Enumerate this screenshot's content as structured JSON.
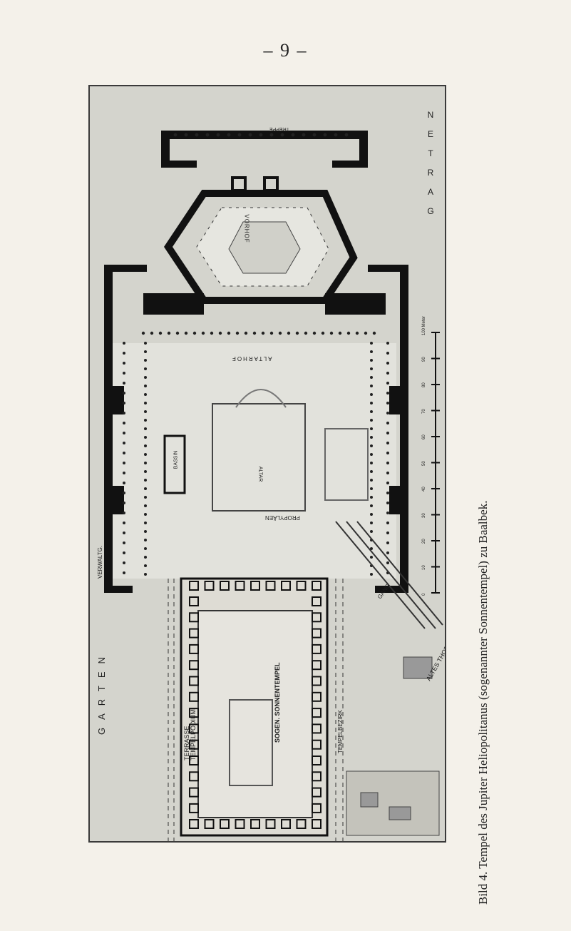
{
  "page": {
    "number": "– 9 –"
  },
  "plan": {
    "labels": {
      "garten": "GARTEN",
      "garten_top": [
        "N",
        "E",
        "T",
        "R",
        "A",
        "G"
      ],
      "vorhof": "VORHOF",
      "altar_court": "ALTARHOF",
      "temple": "SOGEN. SONNENTEMPEL",
      "terrasse": "TERRASSE",
      "tempelpodium": "TEMPELPODIUM",
      "verwaltung": "VERWALTG.",
      "gang": "GANG",
      "tempelbezirk": "TEMPELBEZIRK",
      "altes_thor": "ALTES THOR",
      "propylaeen": "PROPYLÄEN",
      "treppe": "TREPPE",
      "altar": "ALTAR",
      "bassin": "BASSIN"
    },
    "scale": {
      "ticks": [
        "0",
        "10",
        "20",
        "30",
        "40",
        "50",
        "60",
        "70",
        "80",
        "90",
        "100 Meter"
      ]
    }
  },
  "caption": "Bild 4. Tempel des Jupiter Heliopolitanus (sogenannter Sonnentempel) zu Baalbek.",
  "colors": {
    "paper": "#f4f1ea",
    "plate": "#dcdcd6",
    "ink": "#1e1e1e",
    "wall": "#111111",
    "column": "#222222"
  }
}
